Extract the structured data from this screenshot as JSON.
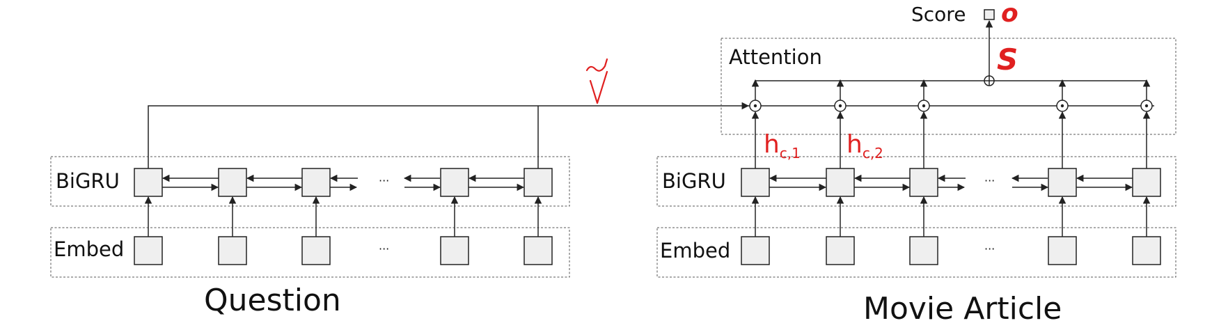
{
  "labels": {
    "bigru": "BiGRU",
    "embed": "Embed",
    "ellipsis": "···",
    "question": "Question",
    "movie_article": "Movie Article",
    "attention": "Attention",
    "score": "Score"
  },
  "handwritten": {
    "v_tilde": "ṽ",
    "s": "S",
    "o": "o",
    "h_c1": "h",
    "h_c1_sub": "c,1",
    "h_c2": "h",
    "h_c2_sub": "c,2"
  },
  "colors": {
    "annotation": "#e02020",
    "box_fill": "#efefef",
    "stroke": "#222222"
  }
}
